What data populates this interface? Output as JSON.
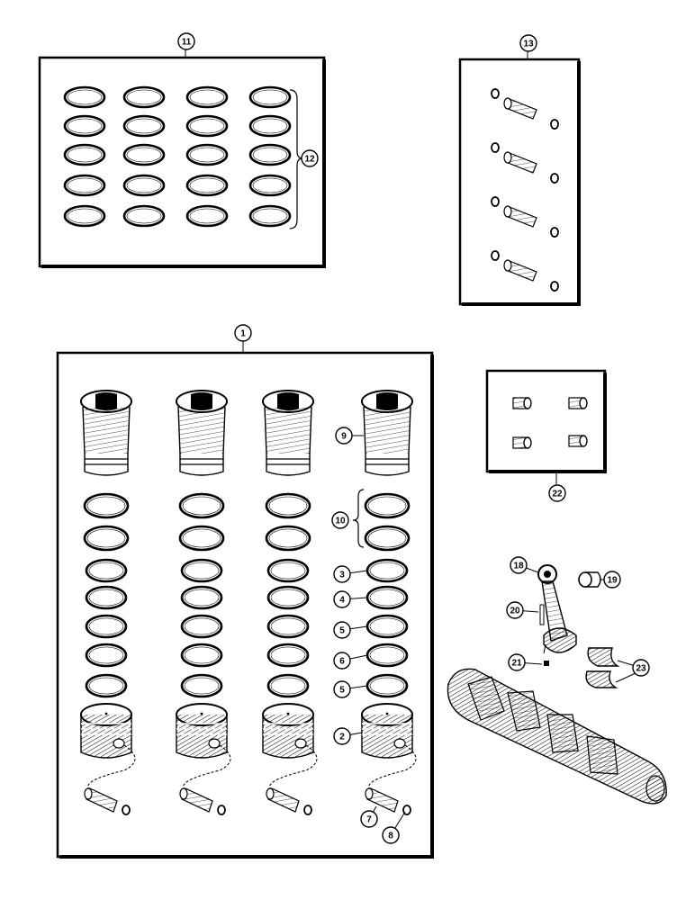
{
  "callouts": {
    "c1": "1",
    "c2": "2",
    "c3": "3",
    "c4": "4",
    "c5a": "5",
    "c5b": "5",
    "c6": "6",
    "c7": "7",
    "c8": "8",
    "c9": "9",
    "c10": "10",
    "c11": "11",
    "c12": "12",
    "c13": "13",
    "c18": "18",
    "c19": "19",
    "c20": "20",
    "c21": "21",
    "c22": "22",
    "c23": "23"
  },
  "ring_kit_colors": {
    "line": "#000000",
    "paper": "#ffffff"
  }
}
